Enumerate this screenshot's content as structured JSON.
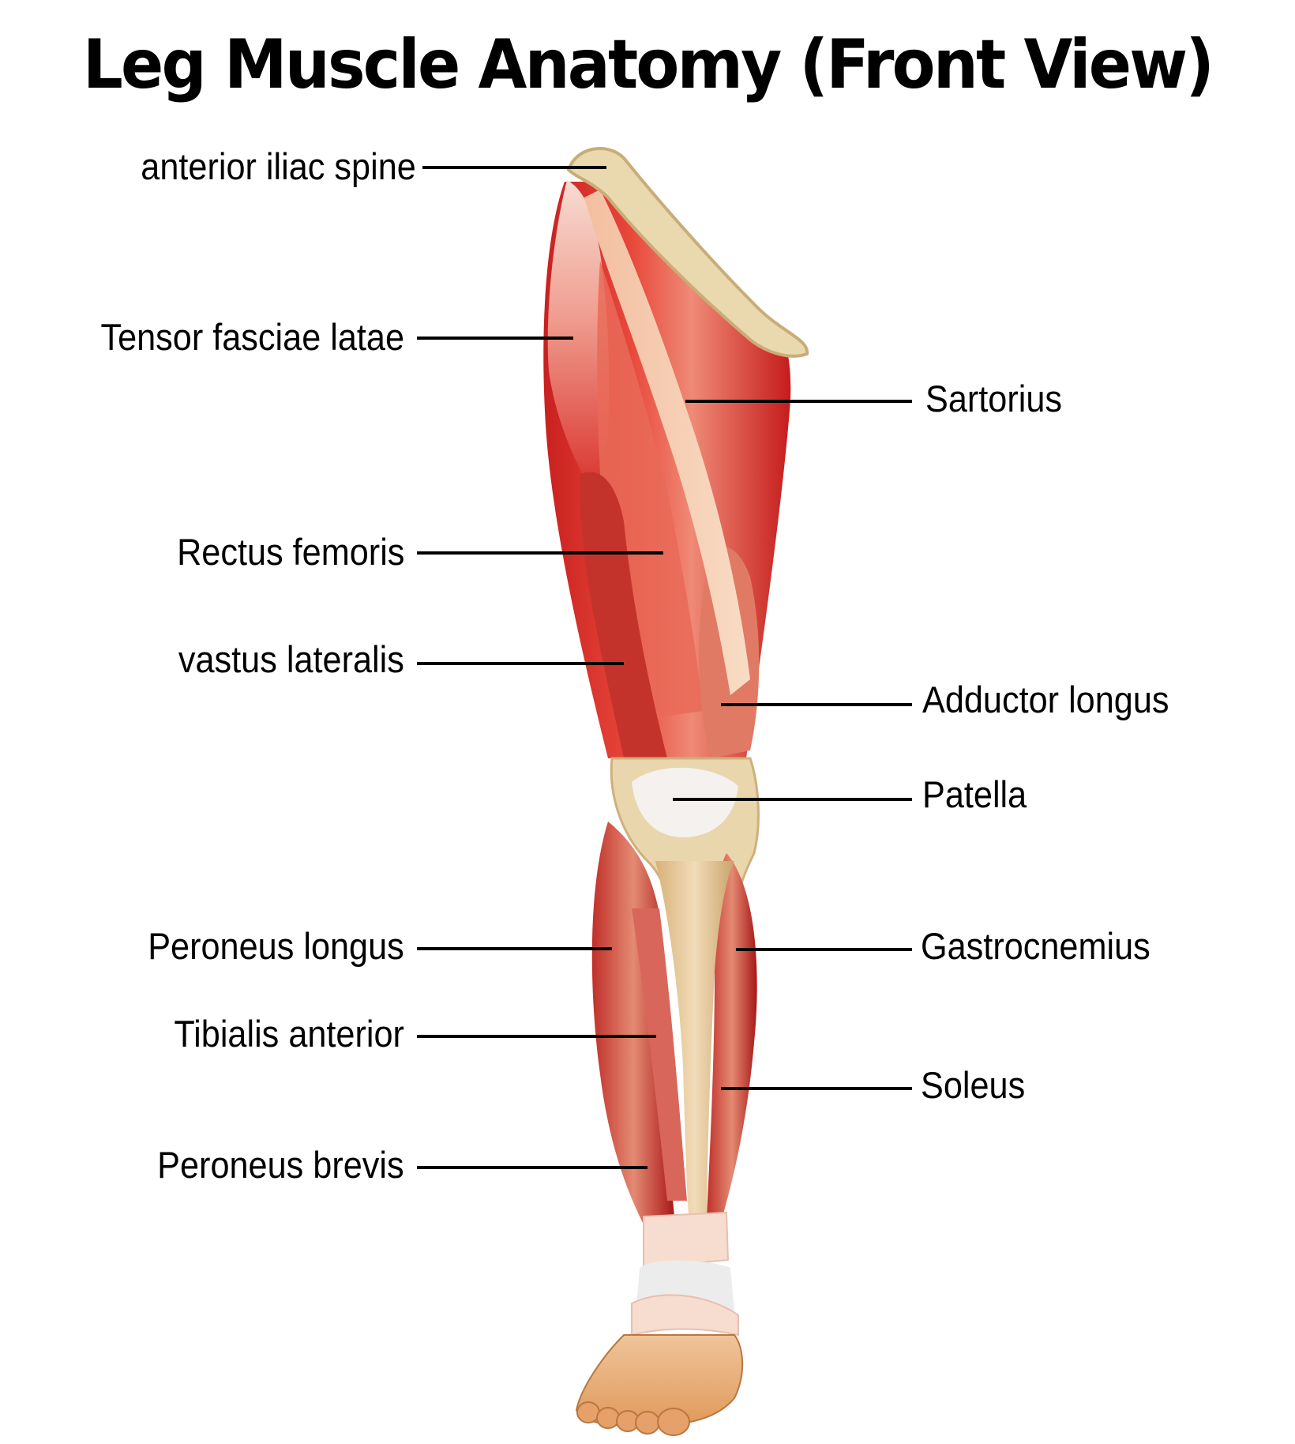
{
  "title": "Leg Muscle Anatomy (Front View)",
  "colors": {
    "muscle_dark": "#b3151a",
    "muscle_mid": "#e0372c",
    "muscle_light": "#f08a78",
    "tendon": "#f6d8c8",
    "bone": "#e9d3a6",
    "bone_edge": "#c9ad78",
    "skin": "#e8a46a",
    "patella": "#f3f0ee"
  },
  "labels": {
    "left": [
      {
        "id": "anterior-iliac-spine",
        "text": "anterior iliac spine"
      },
      {
        "id": "tensor-fasciae-latae",
        "text": "Tensor fasciae latae"
      },
      {
        "id": "rectus-femoris",
        "text": "Rectus femoris"
      },
      {
        "id": "vastus-lateralis",
        "text": "vastus lateralis"
      },
      {
        "id": "peroneus-longus",
        "text": "Peroneus longus"
      },
      {
        "id": "tibialis-anterior",
        "text": "Tibialis anterior"
      },
      {
        "id": "peroneus-brevis",
        "text": "Peroneus brevis"
      }
    ],
    "right": [
      {
        "id": "sartorius",
        "text": "Sartorius"
      },
      {
        "id": "adductor-longus",
        "text": "Adductor longus"
      },
      {
        "id": "patella",
        "text": "Patella"
      },
      {
        "id": "gastrocnemius",
        "text": "Gastrocnemius"
      },
      {
        "id": "soleus",
        "text": "Soleus"
      }
    ]
  }
}
